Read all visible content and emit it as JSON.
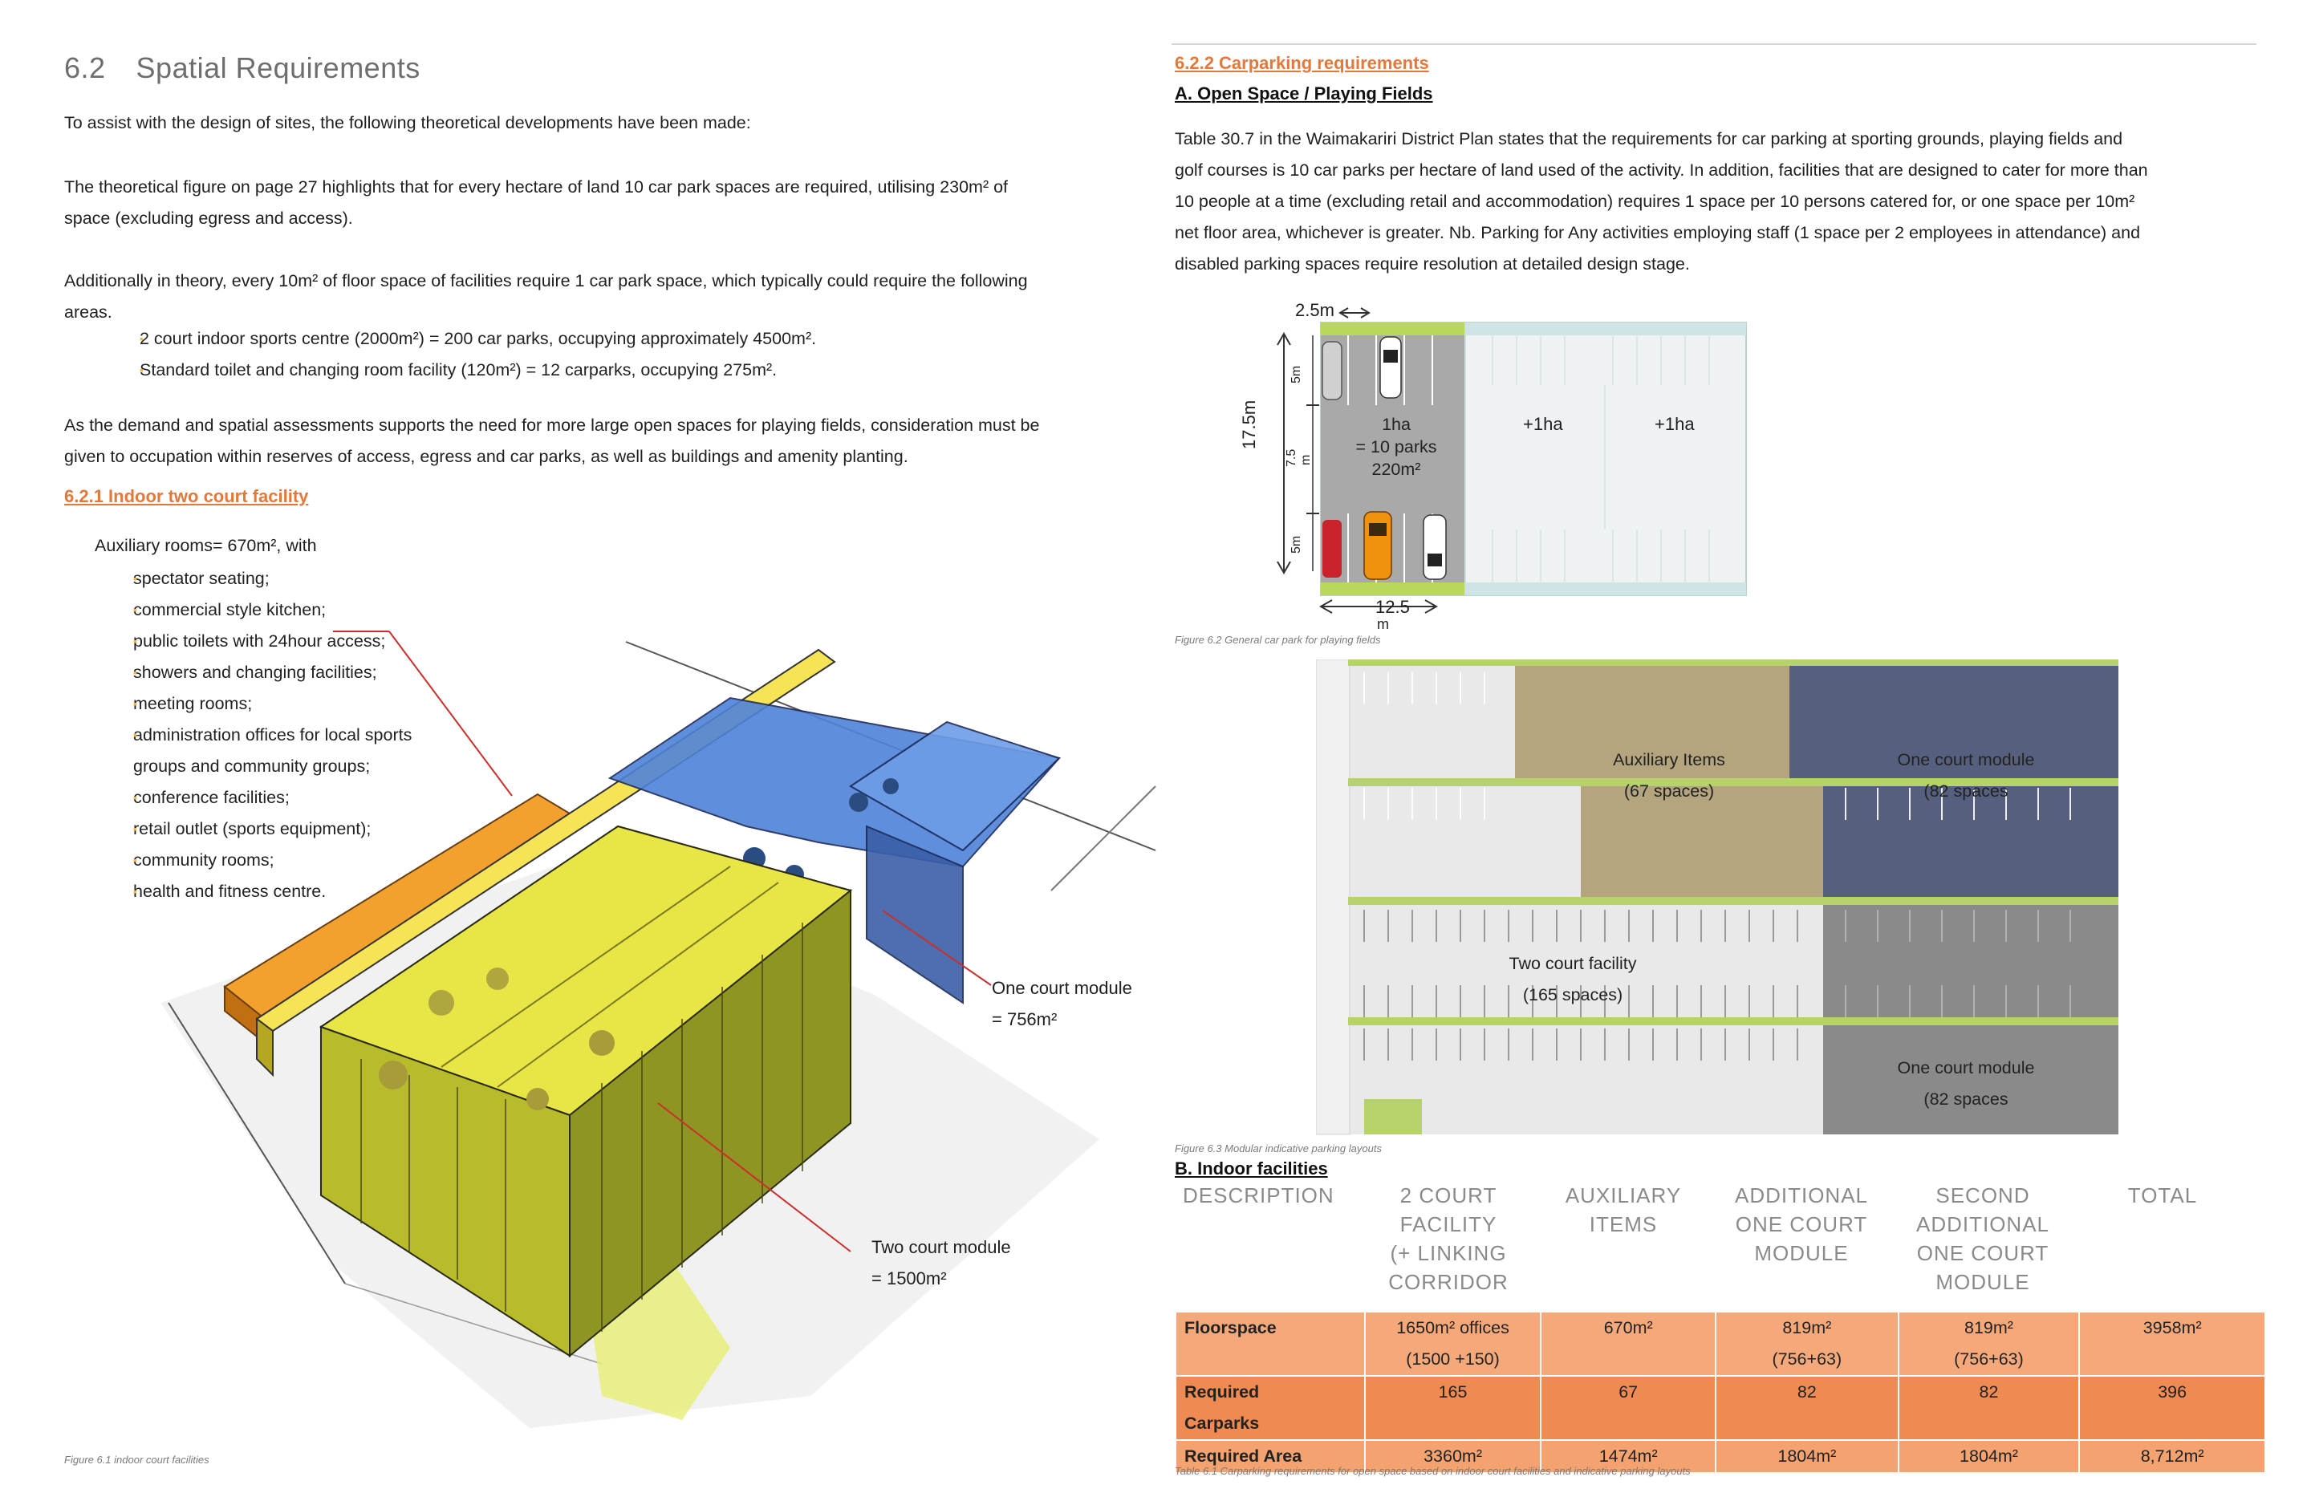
{
  "left": {
    "section_num": "6.2",
    "section_title": "Spatial Requirements",
    "p1": "To assist with the design of sites, the following theoretical  developments have been made:",
    "p2_l1": "The theoretical figure on page 27 highlights that for every hectare of land 10 car park spaces are required, utilising 230m² of",
    "p2_l2": "space (excluding egress and access).",
    "p3_l1": "Additionally in theory, every 10m² of floor space of facilities require 1 car park space, which typically could require the following",
    "p3_l2": "areas.",
    "bullets": [
      "2 court indoor sports centre (2000m²) = 200 car parks, occupying approximately 4500m².",
      "Standard toilet and changing room facility (120m²) = 12 carparks, occupying 275m²."
    ],
    "p4_l1": "As the demand and spatial assessments supports the need for more large open spaces for playing fields, consideration must be",
    "p4_l2": "given to occupation within reserves of access, egress and car parks, as well as buildings and amenity planting.",
    "sub1": "6.2.1 Indoor two court facility",
    "aux_title": "Auxiliary rooms= 670m², with",
    "aux_items": [
      "spectator seating;",
      "commercial style kitchen;",
      "public toilets with 24hour access;",
      "showers and changing facilities;",
      "meeting rooms;",
      "administration offices for local sports",
      "groups and community groups;",
      "conference facilities;",
      "retail outlet (sports equipment);",
      "community rooms;",
      "health and fitness centre."
    ],
    "one_court_l1": "One court module",
    "one_court_l2": "= 756m²",
    "two_court_l1": "Two court module",
    "two_court_l2": "= 1500m²",
    "fig1_caption": "Figure 6.1 indoor court facilities"
  },
  "right": {
    "sub2": "6.2.2 Carparking requirements",
    "subA": "A. Open Space / Playing Fields",
    "pA": [
      "Table 30.7 in the Waimakariri District Plan states that the requirements for car parking at sporting grounds, playing fields and",
      "golf courses is 10 car parks per hectare of land used of the activity.  In addition, facilities that are designed to cater for more than",
      "10 people at a time (excluding retail and accommodation) requires 1 space per 10 persons catered for, or one space per 10m²",
      "net floor area, whichever is greater.  Nb. Parking for Any activities employing staff (1 space per 2 employees in attendance) and",
      "disabled parking spaces require resolution at detailed design stage."
    ],
    "fig2": {
      "dim_top": "2.5m",
      "dim_left": "17.5m",
      "dim_5a": "5m",
      "dim_75": "7.5",
      "dim_m": "m",
      "dim_5b": "5m",
      "cell1_l1": "1ha",
      "cell1_l2": "= 10 parks",
      "cell1_l3": "220m²",
      "cell2": "+1ha",
      "cell3": "+1ha",
      "dim_bottom": "12.5",
      "dim_bottom_unit": "m",
      "caption": "Figure 6.2 General car park for playing fields"
    },
    "fig3": {
      "aux_l1": "Auxiliary Items",
      "aux_l2": "(67 spaces)",
      "one_a_l1": "One court module",
      "one_a_l2": "(82 spaces",
      "two_l1": "Two court facility",
      "two_l2": "(165 spaces)",
      "one_b_l1": "One court module",
      "one_b_l2": "(82 spaces",
      "caption": "Figure 6.3 Modular indicative parking layouts"
    },
    "subB": "B. Indoor facilities",
    "table": {
      "headers": [
        [
          "DESCRIPTION"
        ],
        [
          "2 COURT",
          "FACILITY",
          "(+ LINKING",
          "CORRIDOR"
        ],
        [
          "AUXILIARY",
          "ITEMS"
        ],
        [
          "ADDITIONAL",
          "ONE COURT",
          "MODULE"
        ],
        [
          "SECOND",
          "ADDITIONAL",
          "ONE COURT",
          "MODULE"
        ],
        [
          "TOTAL"
        ]
      ],
      "rows": [
        {
          "label_l1": "Floorspace",
          "label_l2": "",
          "c1_l1": "1650m² offices",
          "c1_l2": "(1500 +150)",
          "c2": "670m²",
          "c3_l1": "819m²",
          "c3_l2": "(756+63)",
          "c4_l1": "819m²",
          "c4_l2": "(756+63)",
          "c5": "3958m²"
        },
        {
          "label_l1": "Required",
          "label_l2": "Carparks",
          "c1_l1": "165",
          "c2": "67",
          "c3_l1": "82",
          "c4_l1": "82",
          "c5": "396"
        },
        {
          "label_l1": "Required Area",
          "c1_l1": "3360m²",
          "c2": "1474m²",
          "c3_l1": "1804m²",
          "c4_l1": "1804m²",
          "c5": "8,712m²"
        }
      ],
      "caption": "Table 6.1 Carparking requirements for open space based on indoor court facilities and indicative parking layouts"
    }
  },
  "colors": {
    "orange_heading": "#e2793b",
    "bullet": "#f0b64a",
    "table_row1": "#f5a97a",
    "table_row2": "#ee8a52",
    "green_strip": "#b5d36a"
  }
}
